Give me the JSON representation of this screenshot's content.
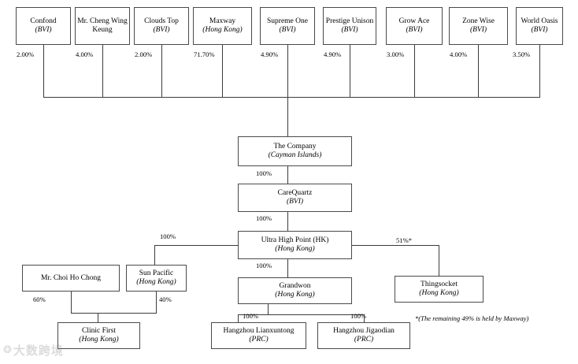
{
  "chart_data": {
    "type": "diagram",
    "title": "Corporate shareholding structure chart",
    "diagram_kind": "organization-ownership-tree",
    "footnote": "*(The remaining 49% is held by Maxway)",
    "watermark": {
      "logo": "❂",
      "text": "大数跨境"
    },
    "nodes": [
      {
        "id": "confond",
        "name": "Confond",
        "loc": "(BVI)"
      },
      {
        "id": "cheng",
        "name": "Mr. Cheng Wing Keung",
        "loc": ""
      },
      {
        "id": "cloudstop",
        "name": "Clouds Top",
        "loc": "(BVI)"
      },
      {
        "id": "maxway",
        "name": "Maxway",
        "loc": "(Hong Kong)"
      },
      {
        "id": "supremeone",
        "name": "Supreme One",
        "loc": "(BVI)"
      },
      {
        "id": "prestige",
        "name": "Prestige Unison",
        "loc": "(BVI)"
      },
      {
        "id": "growace",
        "name": "Grow Ace",
        "loc": "(BVI)"
      },
      {
        "id": "zonewise",
        "name": "Zone Wise",
        "loc": "(BVI)"
      },
      {
        "id": "worldoasis",
        "name": "World Oasis",
        "loc": "(BVI)"
      },
      {
        "id": "company",
        "name": "The Company",
        "loc": "(Cayman Islands)"
      },
      {
        "id": "carequartz",
        "name": "CareQuartz",
        "loc": "(BVI)"
      },
      {
        "id": "uhp",
        "name": "Ultra High Point (HK)",
        "loc": "(Hong Kong)"
      },
      {
        "id": "sunpacific",
        "name": "Sun Pacific",
        "loc": "(Hong Kong)"
      },
      {
        "id": "choi",
        "name": "Mr. Choi Ho Chong",
        "loc": ""
      },
      {
        "id": "clinicfirst",
        "name": "Clinic First",
        "loc": "(Hong Kong)"
      },
      {
        "id": "grandwon",
        "name": "Grandwon",
        "loc": "(Hong Kong)"
      },
      {
        "id": "thingsocket",
        "name": "Thingsocket",
        "loc": "(Hong Kong)"
      },
      {
        "id": "lianxuntong",
        "name": "Hangzhou Lianxuntong",
        "loc": "(PRC)"
      },
      {
        "id": "jigaodian",
        "name": "Hangzhou Jigaodian",
        "loc": "(PRC)"
      }
    ],
    "edges": [
      {
        "from": "confond",
        "to": "company",
        "label": "2.00%"
      },
      {
        "from": "cheng",
        "to": "company",
        "label": "4.00%"
      },
      {
        "from": "cloudstop",
        "to": "company",
        "label": "2.00%"
      },
      {
        "from": "maxway",
        "to": "company",
        "label": "71.70%"
      },
      {
        "from": "supremeone",
        "to": "company",
        "label": "4.90%"
      },
      {
        "from": "prestige",
        "to": "company",
        "label": "4.90%"
      },
      {
        "from": "growace",
        "to": "company",
        "label": "3.00%"
      },
      {
        "from": "zonewise",
        "to": "company",
        "label": "4.00%"
      },
      {
        "from": "worldoasis",
        "to": "company",
        "label": "3.50%"
      },
      {
        "from": "company",
        "to": "carequartz",
        "label": "100%"
      },
      {
        "from": "carequartz",
        "to": "uhp",
        "label": "100%"
      },
      {
        "from": "uhp",
        "to": "sunpacific",
        "label": "100%"
      },
      {
        "from": "uhp",
        "to": "thingsocket",
        "label": "51%*"
      },
      {
        "from": "uhp",
        "to": "grandwon",
        "label": "100%"
      },
      {
        "from": "choi",
        "to": "clinicfirst",
        "label": "60%"
      },
      {
        "from": "sunpacific",
        "to": "clinicfirst",
        "label": "40%"
      },
      {
        "from": "grandwon",
        "to": "lianxuntong",
        "label": "100%"
      },
      {
        "from": "grandwon",
        "to": "jigaodian",
        "label": "100%"
      }
    ]
  },
  "boxes": {
    "confond": {
      "name": "Confond",
      "loc": "(BVI)"
    },
    "cheng": {
      "name": "Mr. Cheng Wing Keung",
      "loc": ""
    },
    "cloudstop": {
      "name": "Clouds Top",
      "loc": "(BVI)"
    },
    "maxway": {
      "name": "Maxway",
      "loc": "(Hong Kong)"
    },
    "supremeone": {
      "name": "Supreme One",
      "loc": "(BVI)"
    },
    "prestige": {
      "name": "Prestige Unison",
      "loc": "(BVI)"
    },
    "growace": {
      "name": "Grow Ace",
      "loc": "(BVI)"
    },
    "zonewise": {
      "name": "Zone Wise",
      "loc": "(BVI)"
    },
    "worldoasis": {
      "name": "World Oasis",
      "loc": "(BVI)"
    },
    "company": {
      "name": "The Company",
      "loc": "(Cayman Islands)"
    },
    "carequartz": {
      "name": "CareQuartz",
      "loc": "(BVI)"
    },
    "uhp": {
      "name": "Ultra High Point (HK)",
      "loc": "(Hong Kong)"
    },
    "sunpacific": {
      "name": "Sun Pacific",
      "loc": "(Hong Kong)"
    },
    "choi": {
      "name": "Mr. Choi Ho Chong",
      "loc": ""
    },
    "clinicfirst": {
      "name": "Clinic First",
      "loc": "(Hong Kong)"
    },
    "grandwon": {
      "name": "Grandwon",
      "loc": "(Hong Kong)"
    },
    "thingsocket": {
      "name": "Thingsocket",
      "loc": "(Hong Kong)"
    },
    "lianxuntong": {
      "name": "Hangzhou Lianxuntong",
      "loc": "(PRC)"
    },
    "jigaodian": {
      "name": "Hangzhou Jigaodian",
      "loc": "(PRC)"
    }
  },
  "labels": {
    "confond_pct": "2.00%",
    "cheng_pct": "4.00%",
    "cloudstop_pct": "2.00%",
    "maxway_pct": "71.70%",
    "supremeone_pct": "4.90%",
    "prestige_pct": "4.90%",
    "growace_pct": "3.00%",
    "zonewise_pct": "4.00%",
    "worldoasis_pct": "3.50%",
    "company_pct": "100%",
    "carequartz_pct": "100%",
    "sunpacific_pct": "100%",
    "thingsocket_pct": "51%*",
    "grandwon_pct": "100%",
    "choi_pct": "60%",
    "sunpacific_40": "40%",
    "lianxuntong_pct": "100%",
    "jigaodian_pct": "100%"
  },
  "footnote": {
    "text": "*(The remaining 49% is held by Maxway)"
  },
  "watermark": {
    "logo": "❂",
    "text": "大数跨境"
  }
}
